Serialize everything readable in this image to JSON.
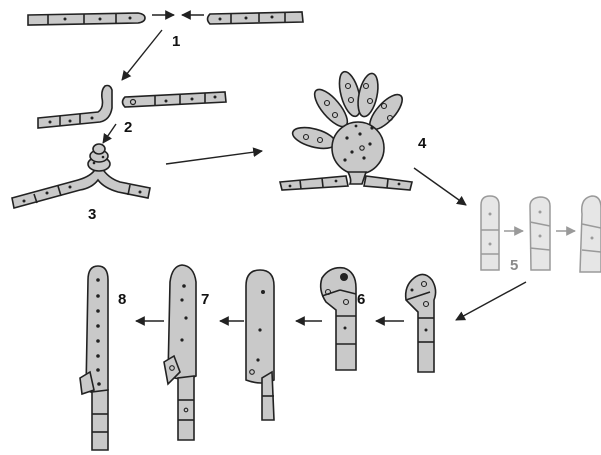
{
  "figure": {
    "stage_labels": [
      "1",
      "2",
      "3",
      "4",
      "5",
      "6",
      "7",
      "8"
    ]
  },
  "colors": {
    "outline": "#222222",
    "hypha_fill": "#c9c9c9",
    "faded_outline": "#9a9a9a",
    "faded_fill": "#e6e6e6",
    "background": "#ffffff"
  }
}
